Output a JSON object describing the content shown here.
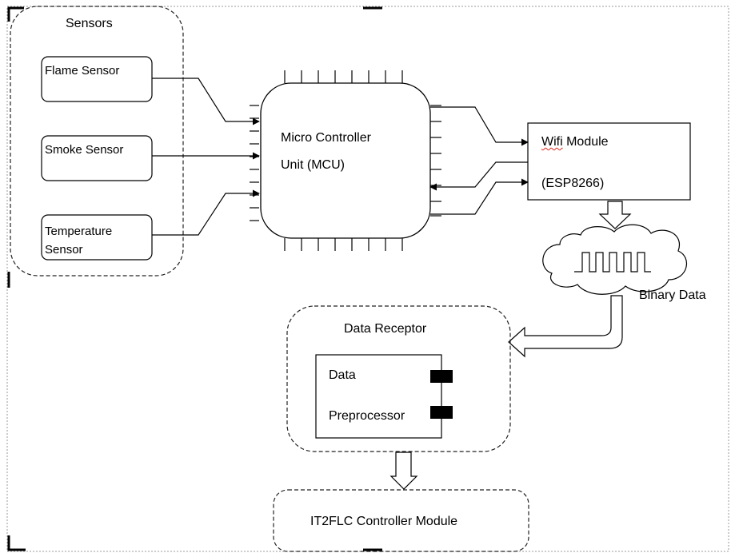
{
  "diagram": {
    "sensors_group": "Sensors",
    "sensors": [
      {
        "label": "Flame Sensor"
      },
      {
        "label": "Smoke Sensor"
      },
      {
        "label": "Temperature Sensor"
      }
    ],
    "mcu": {
      "line1": "Micro Controller",
      "line2": "Unit (MCU)"
    },
    "wifi": {
      "line1_a": "Wifi",
      "line1_b": " Module",
      "line2": "(ESP8266)"
    },
    "binary_data": "Binary Data",
    "receptor": {
      "title": "Data Receptor",
      "line1": "Data",
      "line2": "Preprocessor"
    },
    "controller": "IT2FLC Controller Module"
  }
}
